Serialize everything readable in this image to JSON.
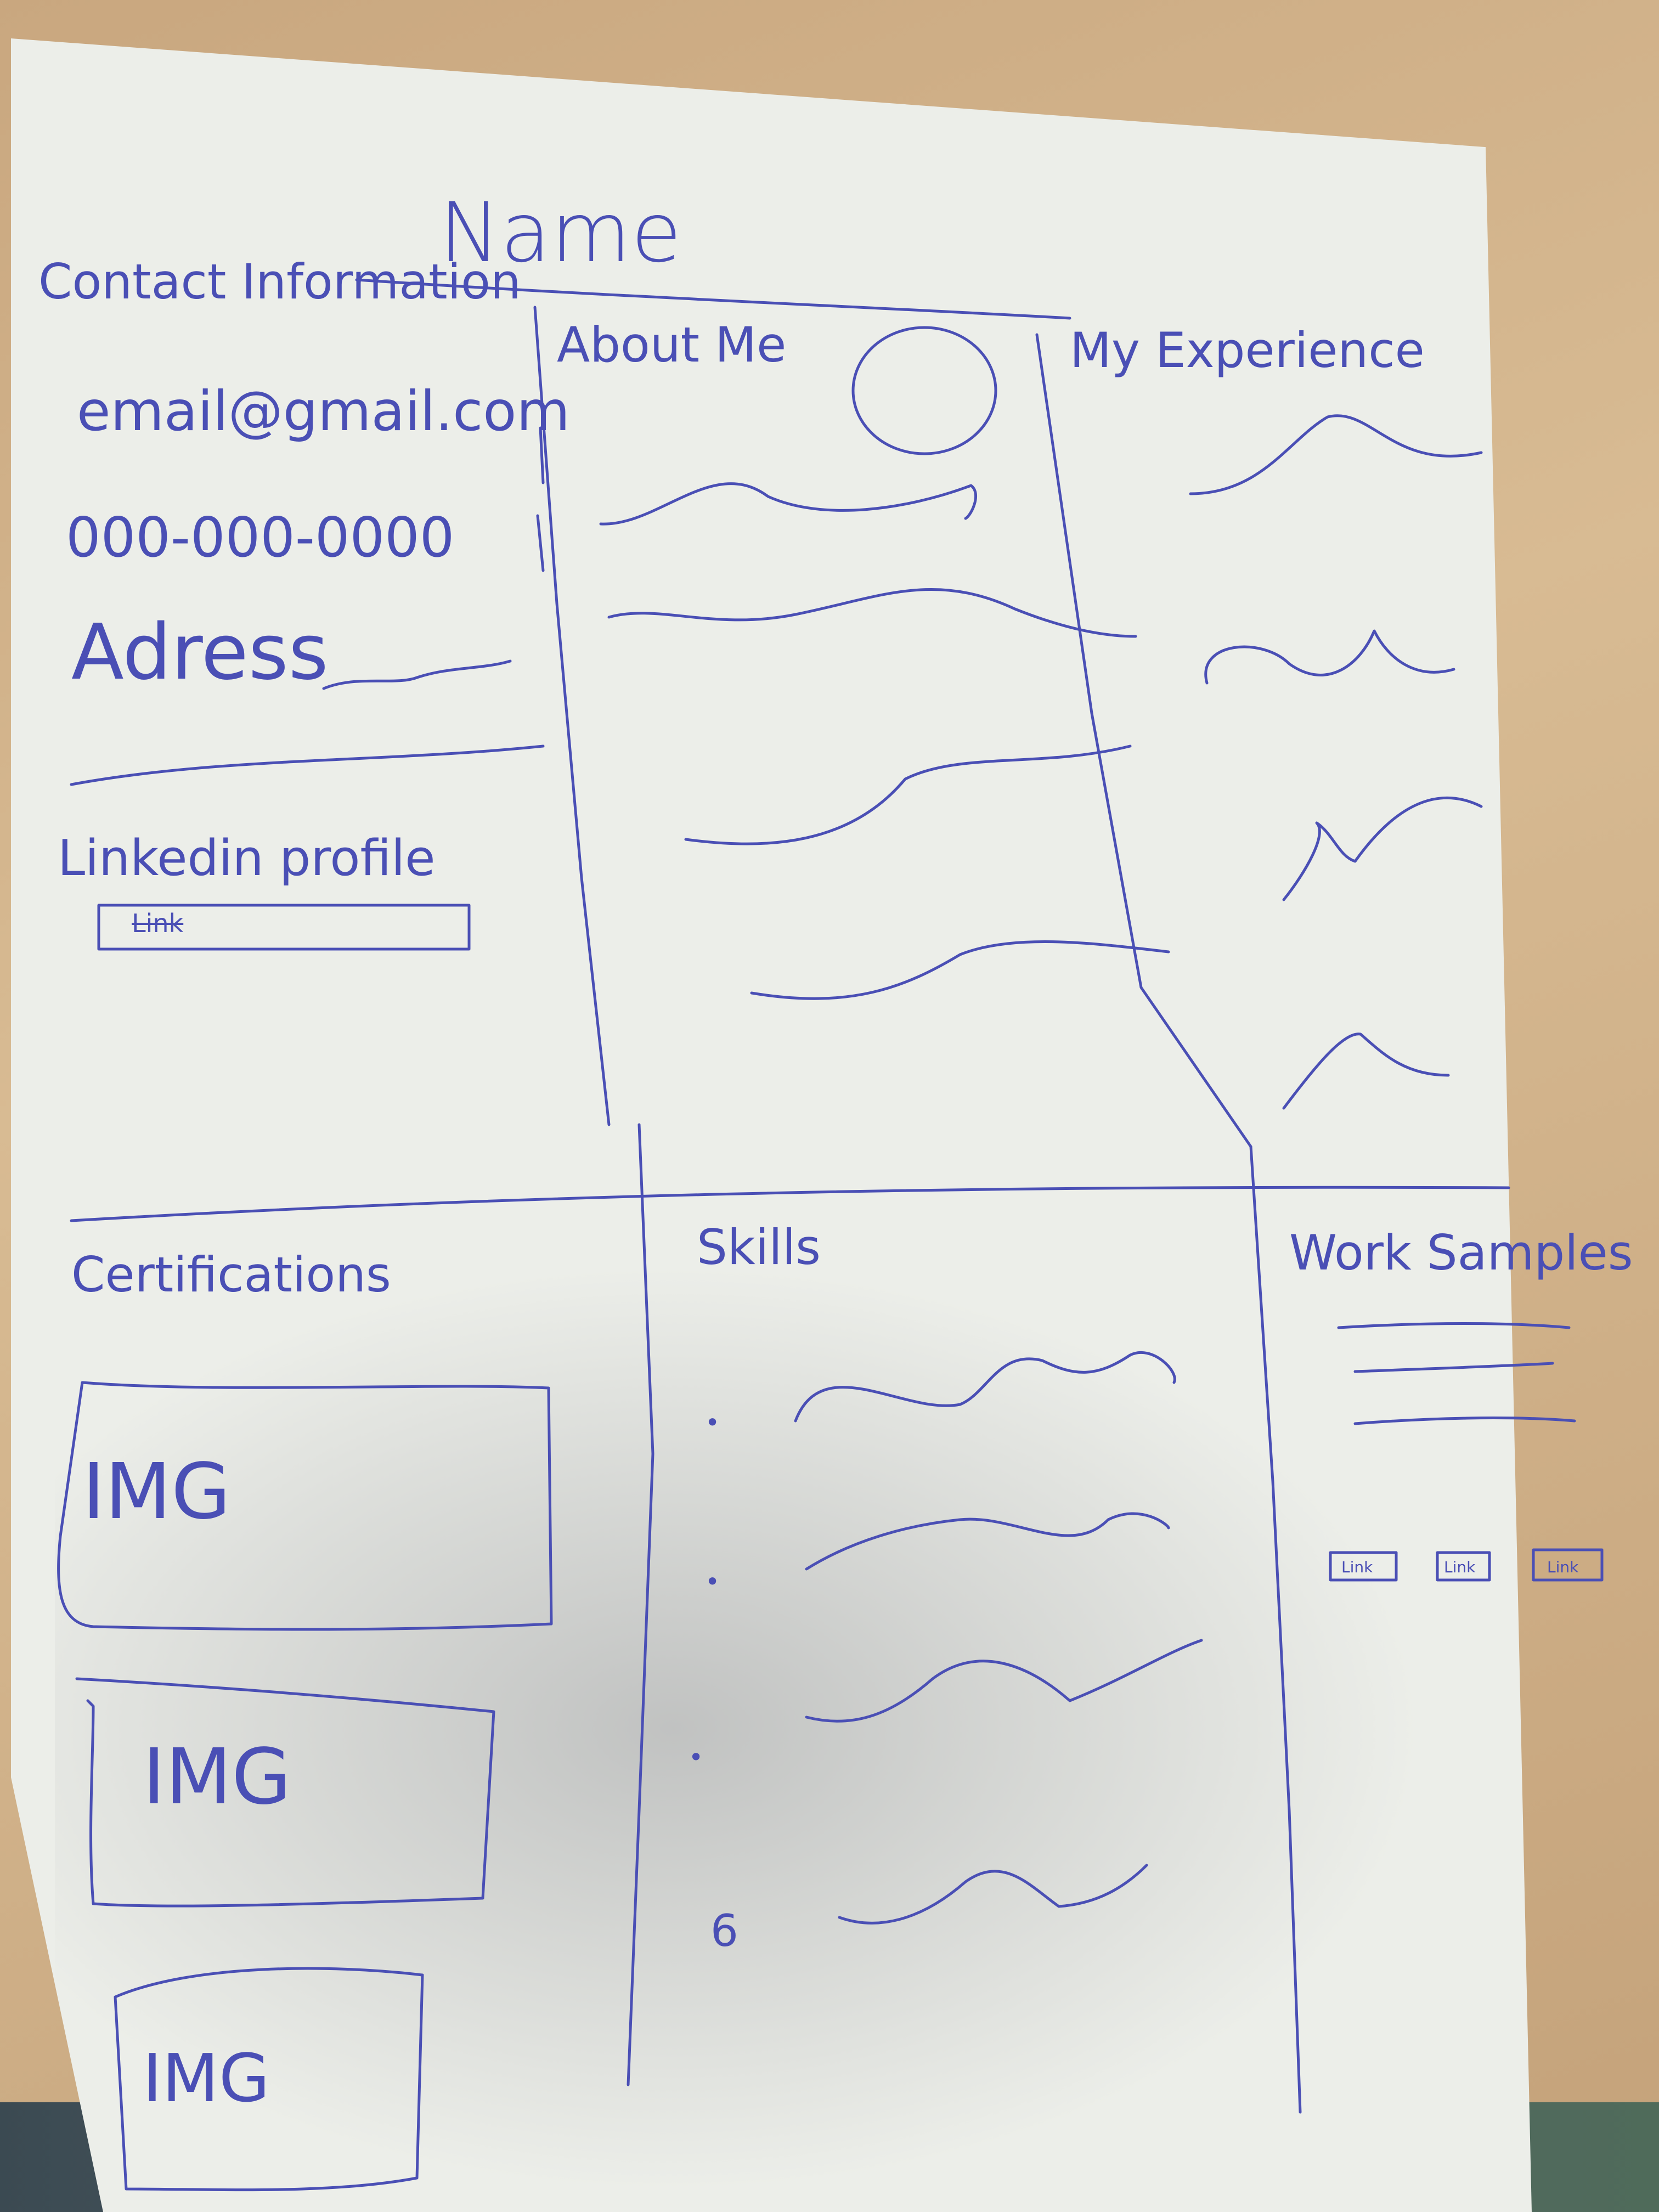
{
  "header": {
    "name": "Name"
  },
  "contact": {
    "title": "Contact Information",
    "email": "email@gmail.com",
    "phone": "000-000-0000",
    "address": "Adress",
    "linkedin_label": "Linkedin profile",
    "linkedin_link": "Link"
  },
  "about": {
    "title": "About Me",
    "icon": "profile-photo-circle"
  },
  "experience": {
    "title": "My Experience"
  },
  "certifications": {
    "title": "Certifications",
    "images": [
      "IMG",
      "IMG",
      "IMG"
    ]
  },
  "skills": {
    "title": "Skills",
    "bullets": [
      "•",
      "•",
      "•",
      "6"
    ]
  },
  "work_samples": {
    "title": "Work Samples",
    "links": [
      "Link",
      "Link",
      "Link"
    ]
  },
  "colors": {
    "ink": "#4a4fb5",
    "paper": "#eceee9",
    "table": "#c9a77f"
  }
}
